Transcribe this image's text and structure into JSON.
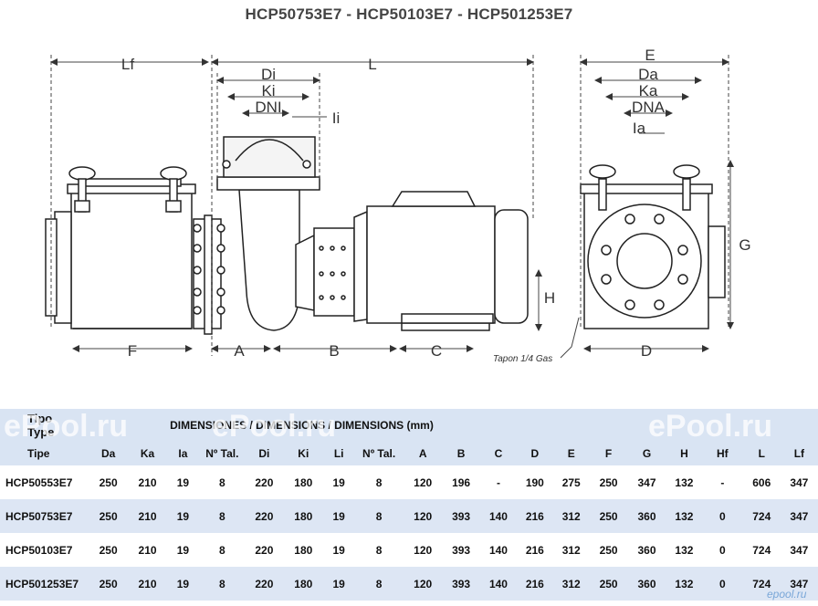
{
  "title": "HCP50753E7 - HCP50103E7 - HCP501253E7",
  "drawing": {
    "labels": {
      "Lf": "Lf",
      "L": "L",
      "Di": "Di",
      "Ki": "Ki",
      "DNI": "DNI",
      "Ii": "Ii",
      "E": "E",
      "Da": "Da",
      "Ka": "Ka",
      "DNA": "DNA",
      "Ia": "Ia",
      "G": "G",
      "H": "H",
      "F": "F",
      "A": "A",
      "B": "B",
      "C": "C",
      "D": "D",
      "tapon": "Tapon 1/4 Gas"
    }
  },
  "table": {
    "tipo_lines": [
      "Tipo",
      "Type"
    ],
    "dimensions_header": "DIMENSIONES / DIMENSIONS / DIMENSIONS (mm)",
    "columns": [
      "Tipe",
      "Da",
      "Ka",
      "Ia",
      "Nº Tal.",
      "Di",
      "Ki",
      "Li",
      "Nº Tal.",
      "A",
      "B",
      "C",
      "D",
      "E",
      "F",
      "G",
      "H",
      "Hf",
      "L",
      "Lf"
    ],
    "rows": [
      [
        "HCP50553E7",
        "250",
        "210",
        "19",
        "8",
        "220",
        "180",
        "19",
        "8",
        "120",
        "196",
        "-",
        "190",
        "275",
        "250",
        "347",
        "132",
        "-",
        "606",
        "347"
      ],
      [
        "HCP50753E7",
        "250",
        "210",
        "19",
        "8",
        "220",
        "180",
        "19",
        "8",
        "120",
        "393",
        "140",
        "216",
        "312",
        "250",
        "360",
        "132",
        "0",
        "724",
        "347"
      ],
      [
        "HCP50103E7",
        "250",
        "210",
        "19",
        "8",
        "220",
        "180",
        "19",
        "8",
        "120",
        "393",
        "140",
        "216",
        "312",
        "250",
        "360",
        "132",
        "0",
        "724",
        "347"
      ],
      [
        "HCP501253E7",
        "250",
        "210",
        "19",
        "8",
        "220",
        "180",
        "19",
        "8",
        "120",
        "393",
        "140",
        "216",
        "312",
        "250",
        "360",
        "132",
        "0",
        "724",
        "347"
      ]
    ]
  },
  "watermarks": [
    "ePool.ru",
    "ePool.ru",
    "ePool.ru"
  ],
  "corner_logo": "epool.ru"
}
